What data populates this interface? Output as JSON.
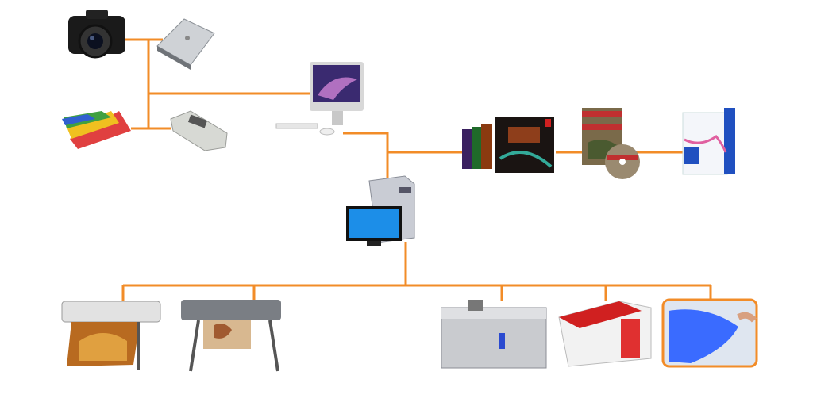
{
  "colors": {
    "connector": "#F28C28",
    "plate": "#3A6BFF",
    "frame": "#F28C28"
  },
  "nodes": [
    {
      "id": "camera",
      "icon": "dslr-camera-icon"
    },
    {
      "id": "scanner",
      "icon": "flatbed-scanner-icon"
    },
    {
      "id": "color-swatch",
      "icon": "color-swatch-fan-icon"
    },
    {
      "id": "colorimeter",
      "icon": "spectrophotometer-icon"
    },
    {
      "id": "imac",
      "icon": "desktop-computer-icon"
    },
    {
      "id": "software-suite",
      "icon": "software-boxes-icon"
    },
    {
      "id": "rip-software",
      "icon": "software-dvd-icon"
    },
    {
      "id": "workflow-software",
      "icon": "software-box-icon"
    },
    {
      "id": "server",
      "icon": "server-workstation-icon"
    },
    {
      "id": "large-format-printer-1",
      "icon": "wide-format-printer-icon"
    },
    {
      "id": "large-format-printer-2",
      "icon": "plotter-icon"
    },
    {
      "id": "ctp-platesetter",
      "icon": "platesetter-icon"
    },
    {
      "id": "plate-processor",
      "icon": "plate-processor-icon"
    },
    {
      "id": "printing-plate",
      "icon": "printing-plate-icon"
    }
  ]
}
